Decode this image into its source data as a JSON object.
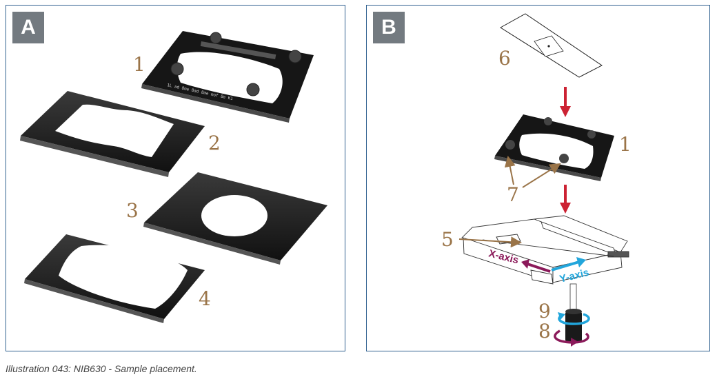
{
  "panels": {
    "a": {
      "badge": "A"
    },
    "b": {
      "badge": "B"
    }
  },
  "labels": {
    "a1": "1",
    "a2": "2",
    "a3": "3",
    "a4": "4",
    "b6": "6",
    "b1": "1",
    "b7": "7",
    "b5": "5",
    "b9": "9",
    "b8": "8"
  },
  "insert_engraving": "1L  ad 8me  8ad 8me  mof 8e  K1",
  "axes": {
    "x": "X-axis",
    "y": "Y-axis"
  },
  "colors": {
    "frame": "#2e5f8f",
    "badge": "#737a80",
    "number": "#9a7448",
    "arrow": "#cc2233",
    "x_axis": "#8b1a5a",
    "y_axis": "#22a6dc"
  },
  "caption": "Illustration 043: NIB630 - Sample placement."
}
